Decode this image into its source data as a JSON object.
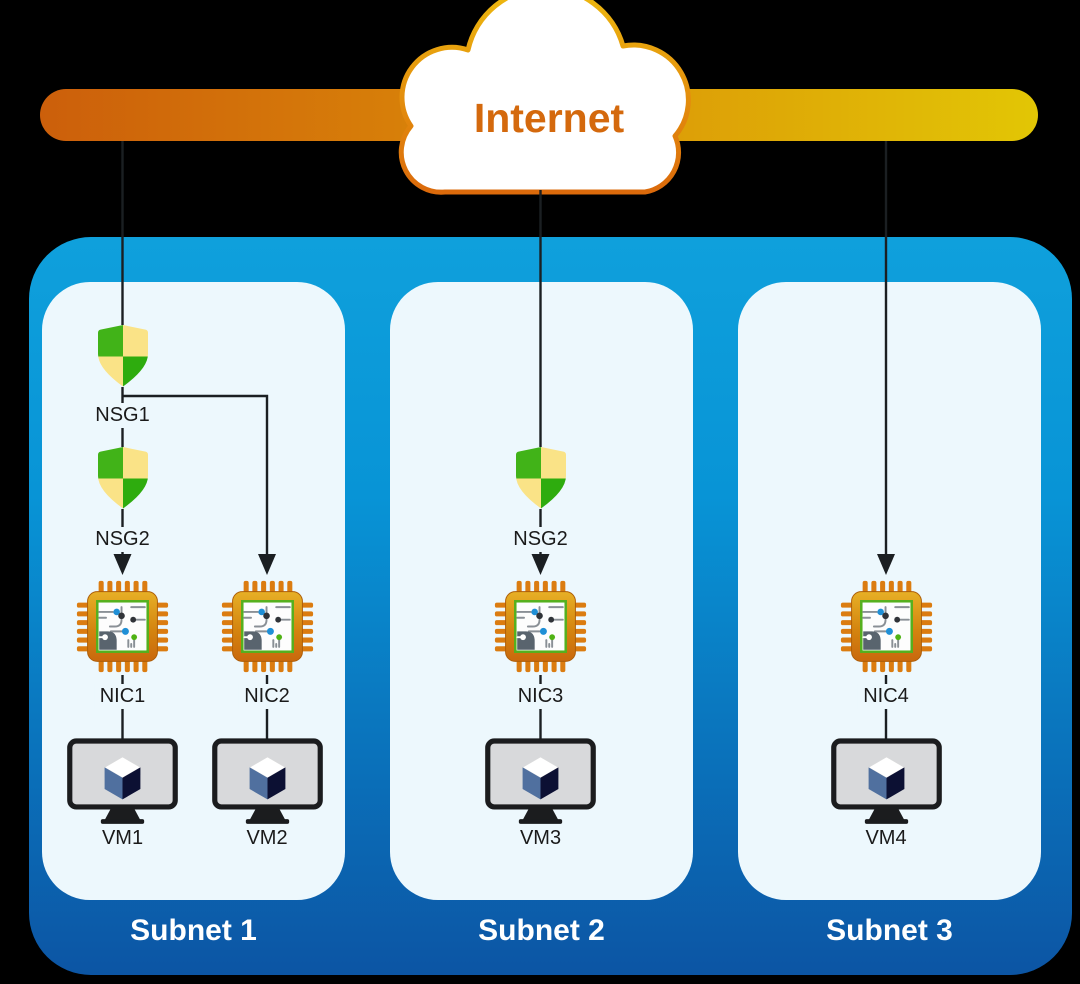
{
  "internet": {
    "label": "Internet"
  },
  "icons": {
    "internet": "cloud-icon",
    "nsg": "shield-icon",
    "nic": "chip-icon",
    "vm": "monitor-icon"
  },
  "colors": {
    "background": "#000000",
    "bar_gradient_left": "#CC5F0B",
    "bar_gradient_right": "#E2C605",
    "cloud_border_top": "#EDB90F",
    "cloud_border_bottom": "#DB6A0B",
    "internet_text": "#D4690D",
    "vnet_gradient_top": "#0FA0DC",
    "vnet_gradient_bottom": "#0C55A4",
    "subnet_fill": "#EDF8FD",
    "nsg_green": "#3CB216",
    "nsg_yellow": "#FAE387",
    "nic_orange": "#DB7C10",
    "vm_cube_blue": "#50709F",
    "vm_cube_dark": "#0C1033",
    "connector": "#1B1F22",
    "label_text": "#1A1A1A",
    "subnet_title_text": "#FFFFFF"
  },
  "subnets": [
    {
      "label": "Subnet 1"
    },
    {
      "label": "Subnet 2"
    },
    {
      "label": "Subnet 3"
    }
  ],
  "nodes": {
    "nsg1": "NSG1",
    "nsg2_subnet1": "NSG2",
    "nsg2_subnet2": "NSG2",
    "nic1": "NIC1",
    "nic2": "NIC2",
    "nic3": "NIC3",
    "nic4": "NIC4",
    "vm1": "VM1",
    "vm2": "VM2",
    "vm3": "VM3",
    "vm4": "VM4"
  }
}
